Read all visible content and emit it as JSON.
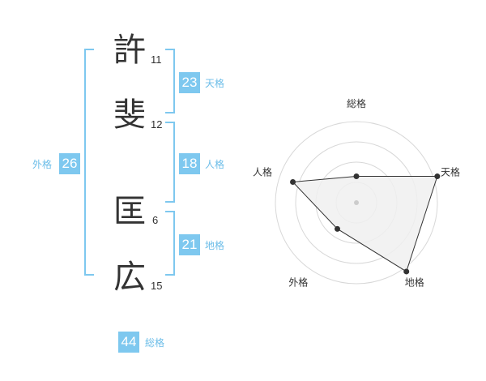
{
  "name_chars": [
    {
      "char": "許",
      "strokes": "11"
    },
    {
      "char": "斐",
      "strokes": "12"
    },
    {
      "char": "匡",
      "strokes": "6"
    },
    {
      "char": "広",
      "strokes": "15"
    }
  ],
  "kaku": {
    "tenkaku": {
      "value": "23",
      "label": "天格"
    },
    "jinkaku": {
      "value": "18",
      "label": "人格"
    },
    "chikaku": {
      "value": "21",
      "label": "地格"
    },
    "gaikaku": {
      "value": "26",
      "label": "外格"
    },
    "soukaku": {
      "value": "44",
      "label": "総格"
    }
  },
  "colors": {
    "accent": "#7ec8ef",
    "label": "#6cbde8",
    "text": "#333333",
    "fill": "#f0f0f0"
  },
  "chart_data": {
    "type": "radar",
    "axes": [
      "総格",
      "天格",
      "地格",
      "外格",
      "人格"
    ],
    "levels": 4,
    "max": 4,
    "values": [
      1.3,
      4.2,
      4.2,
      1.6,
      3.3
    ]
  }
}
